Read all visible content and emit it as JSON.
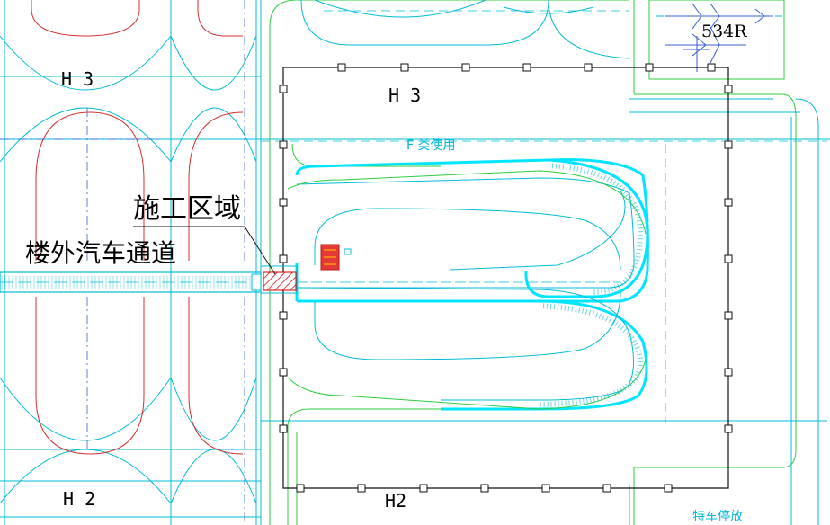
{
  "labels": {
    "zone_h3_left": "H 3",
    "zone_h3_right": "H 3",
    "zone_h2_left": "H 2",
    "zone_h2_bottom": "H2",
    "stand_number": "534R",
    "class_f_use": "F 类使用",
    "construction_area": "施工区域",
    "external_vehicle_road": "楼外汽车通道",
    "special_vehicle": "特车停放"
  },
  "colors": {
    "taxiline_cyan": "#00bcd4",
    "pier_cyan": "#00e5ff",
    "stand_red": "#d32f2f",
    "green_line": "#2ecc40",
    "blue_line": "#3a5fcd",
    "boundary_black": "#111111",
    "hatch_red": "#cc0000"
  },
  "icons": [
    "aircraft-icon",
    "vehicle-icon"
  ]
}
